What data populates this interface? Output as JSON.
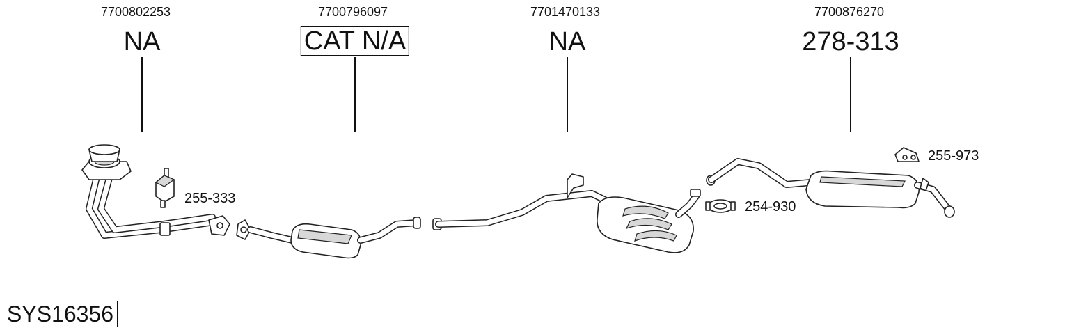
{
  "parts": [
    {
      "oe_number": "7700802253",
      "reference": "NA",
      "boxed": false
    },
    {
      "oe_number": "7700796097",
      "reference": "CAT N/A",
      "boxed": true
    },
    {
      "oe_number": "7701470133",
      "reference": "NA",
      "boxed": false
    },
    {
      "oe_number": "7700876270",
      "reference": "278-313",
      "boxed": false
    }
  ],
  "accessories": [
    {
      "reference": "255-333",
      "icon": "rubber-mount-icon"
    },
    {
      "reference": "254-930",
      "icon": "pipe-clamp-icon"
    },
    {
      "reference": "255-973",
      "icon": "rubber-hanger-icon"
    }
  ],
  "system_code": "SYS16356"
}
